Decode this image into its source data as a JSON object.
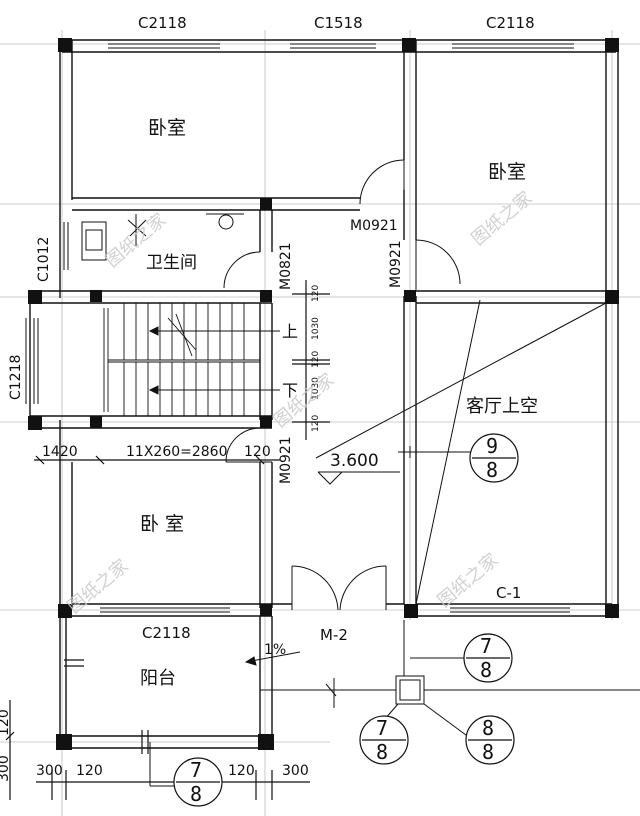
{
  "windows": {
    "top_left": "C2118",
    "top_mid": "C1518",
    "top_right": "C2118",
    "left_wc": "C1012",
    "left_stair": "C1218",
    "bottom_left": "C2118",
    "bottom_right": "C-1"
  },
  "doors": {
    "bedroom_top": "M0921",
    "bedroom_right": "M0921",
    "wc": "M0821",
    "bedroom_bottom": "M0921",
    "balcony": "M-2"
  },
  "rooms": {
    "bedroom_top_left": "卧室",
    "bedroom_top_right": "卧室",
    "bathroom": "卫生间",
    "bedroom_bottom_left": "卧 室",
    "living_void": "客厅上空",
    "balcony": "阳台"
  },
  "stair": {
    "up": "上",
    "down": "下",
    "dim_landing": "1420",
    "dim_run": "11X260=2860",
    "dim_120": "120",
    "dim_1030_a": "1030",
    "dim_1030_b": "1030",
    "dim_120_a": "120",
    "dim_120_b": "120",
    "dim_120_c": "120"
  },
  "level": "3.600",
  "slope": "1%",
  "dims_bottom": {
    "d300_l": "300",
    "d120_l": "120",
    "d120_r": "120",
    "d300_r": "300"
  },
  "dims_left": {
    "d300": "300",
    "d120": "120"
  },
  "details": [
    {
      "top": "7",
      "bottom": "8"
    },
    {
      "top": "7",
      "bottom": "8"
    },
    {
      "top": "8",
      "bottom": "8"
    },
    {
      "top": "7",
      "bottom": "8"
    },
    {
      "top": "9",
      "bottom": "8"
    }
  ],
  "watermark": "图纸之家"
}
